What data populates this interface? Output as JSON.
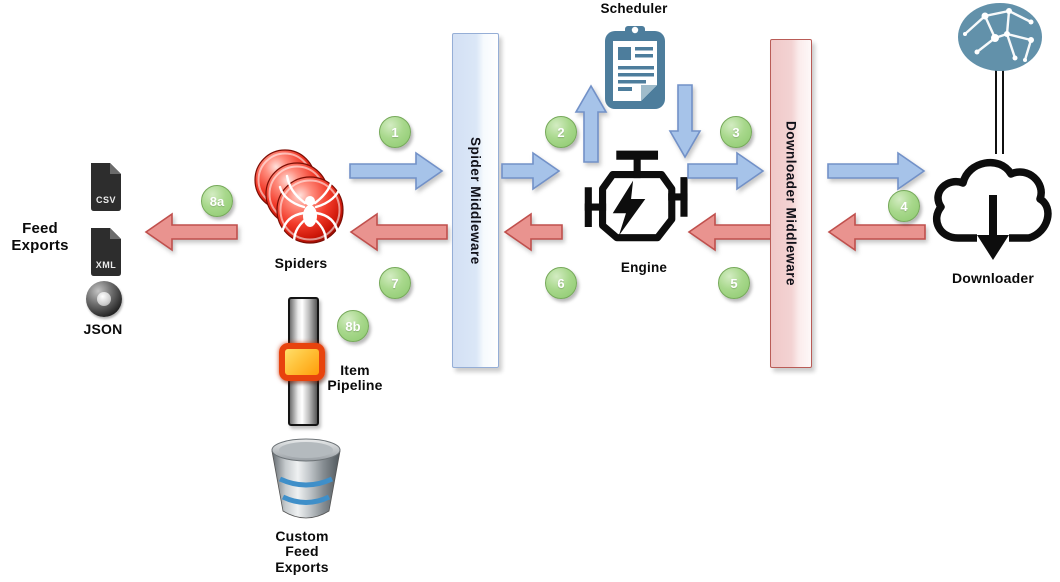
{
  "labels": {
    "feed_exports": "Feed\nExports",
    "csv": "CSV",
    "xml": "XML",
    "json": "JSON",
    "spiders": "Spiders",
    "spider_middleware": "Spider Middleware",
    "scheduler": "Scheduler",
    "engine": "Engine",
    "downloader_middleware": "Downloader Middleware",
    "downloader": "Downloader",
    "item_pipeline": "Item\nPipeline",
    "custom_feed_exports": "Custom\nFeed\nExports"
  },
  "steps": {
    "s1": "1",
    "s2": "2",
    "s3": "3",
    "s4": "4",
    "s5": "5",
    "s6": "6",
    "s7": "7",
    "s8a": "8a",
    "s8b": "8b"
  },
  "colors": {
    "forward_arrow": "#a6c3e9",
    "backward_arrow": "#e9938f",
    "step_badge": "#9fd383",
    "spider_middleware_fill": "#d9e4f5",
    "downloader_middleware_fill": "#f2cccc",
    "scheduler_icon": "#4d7d9c",
    "internet_icon": "#6291aa",
    "spiders_icon": "#e52a1a"
  }
}
